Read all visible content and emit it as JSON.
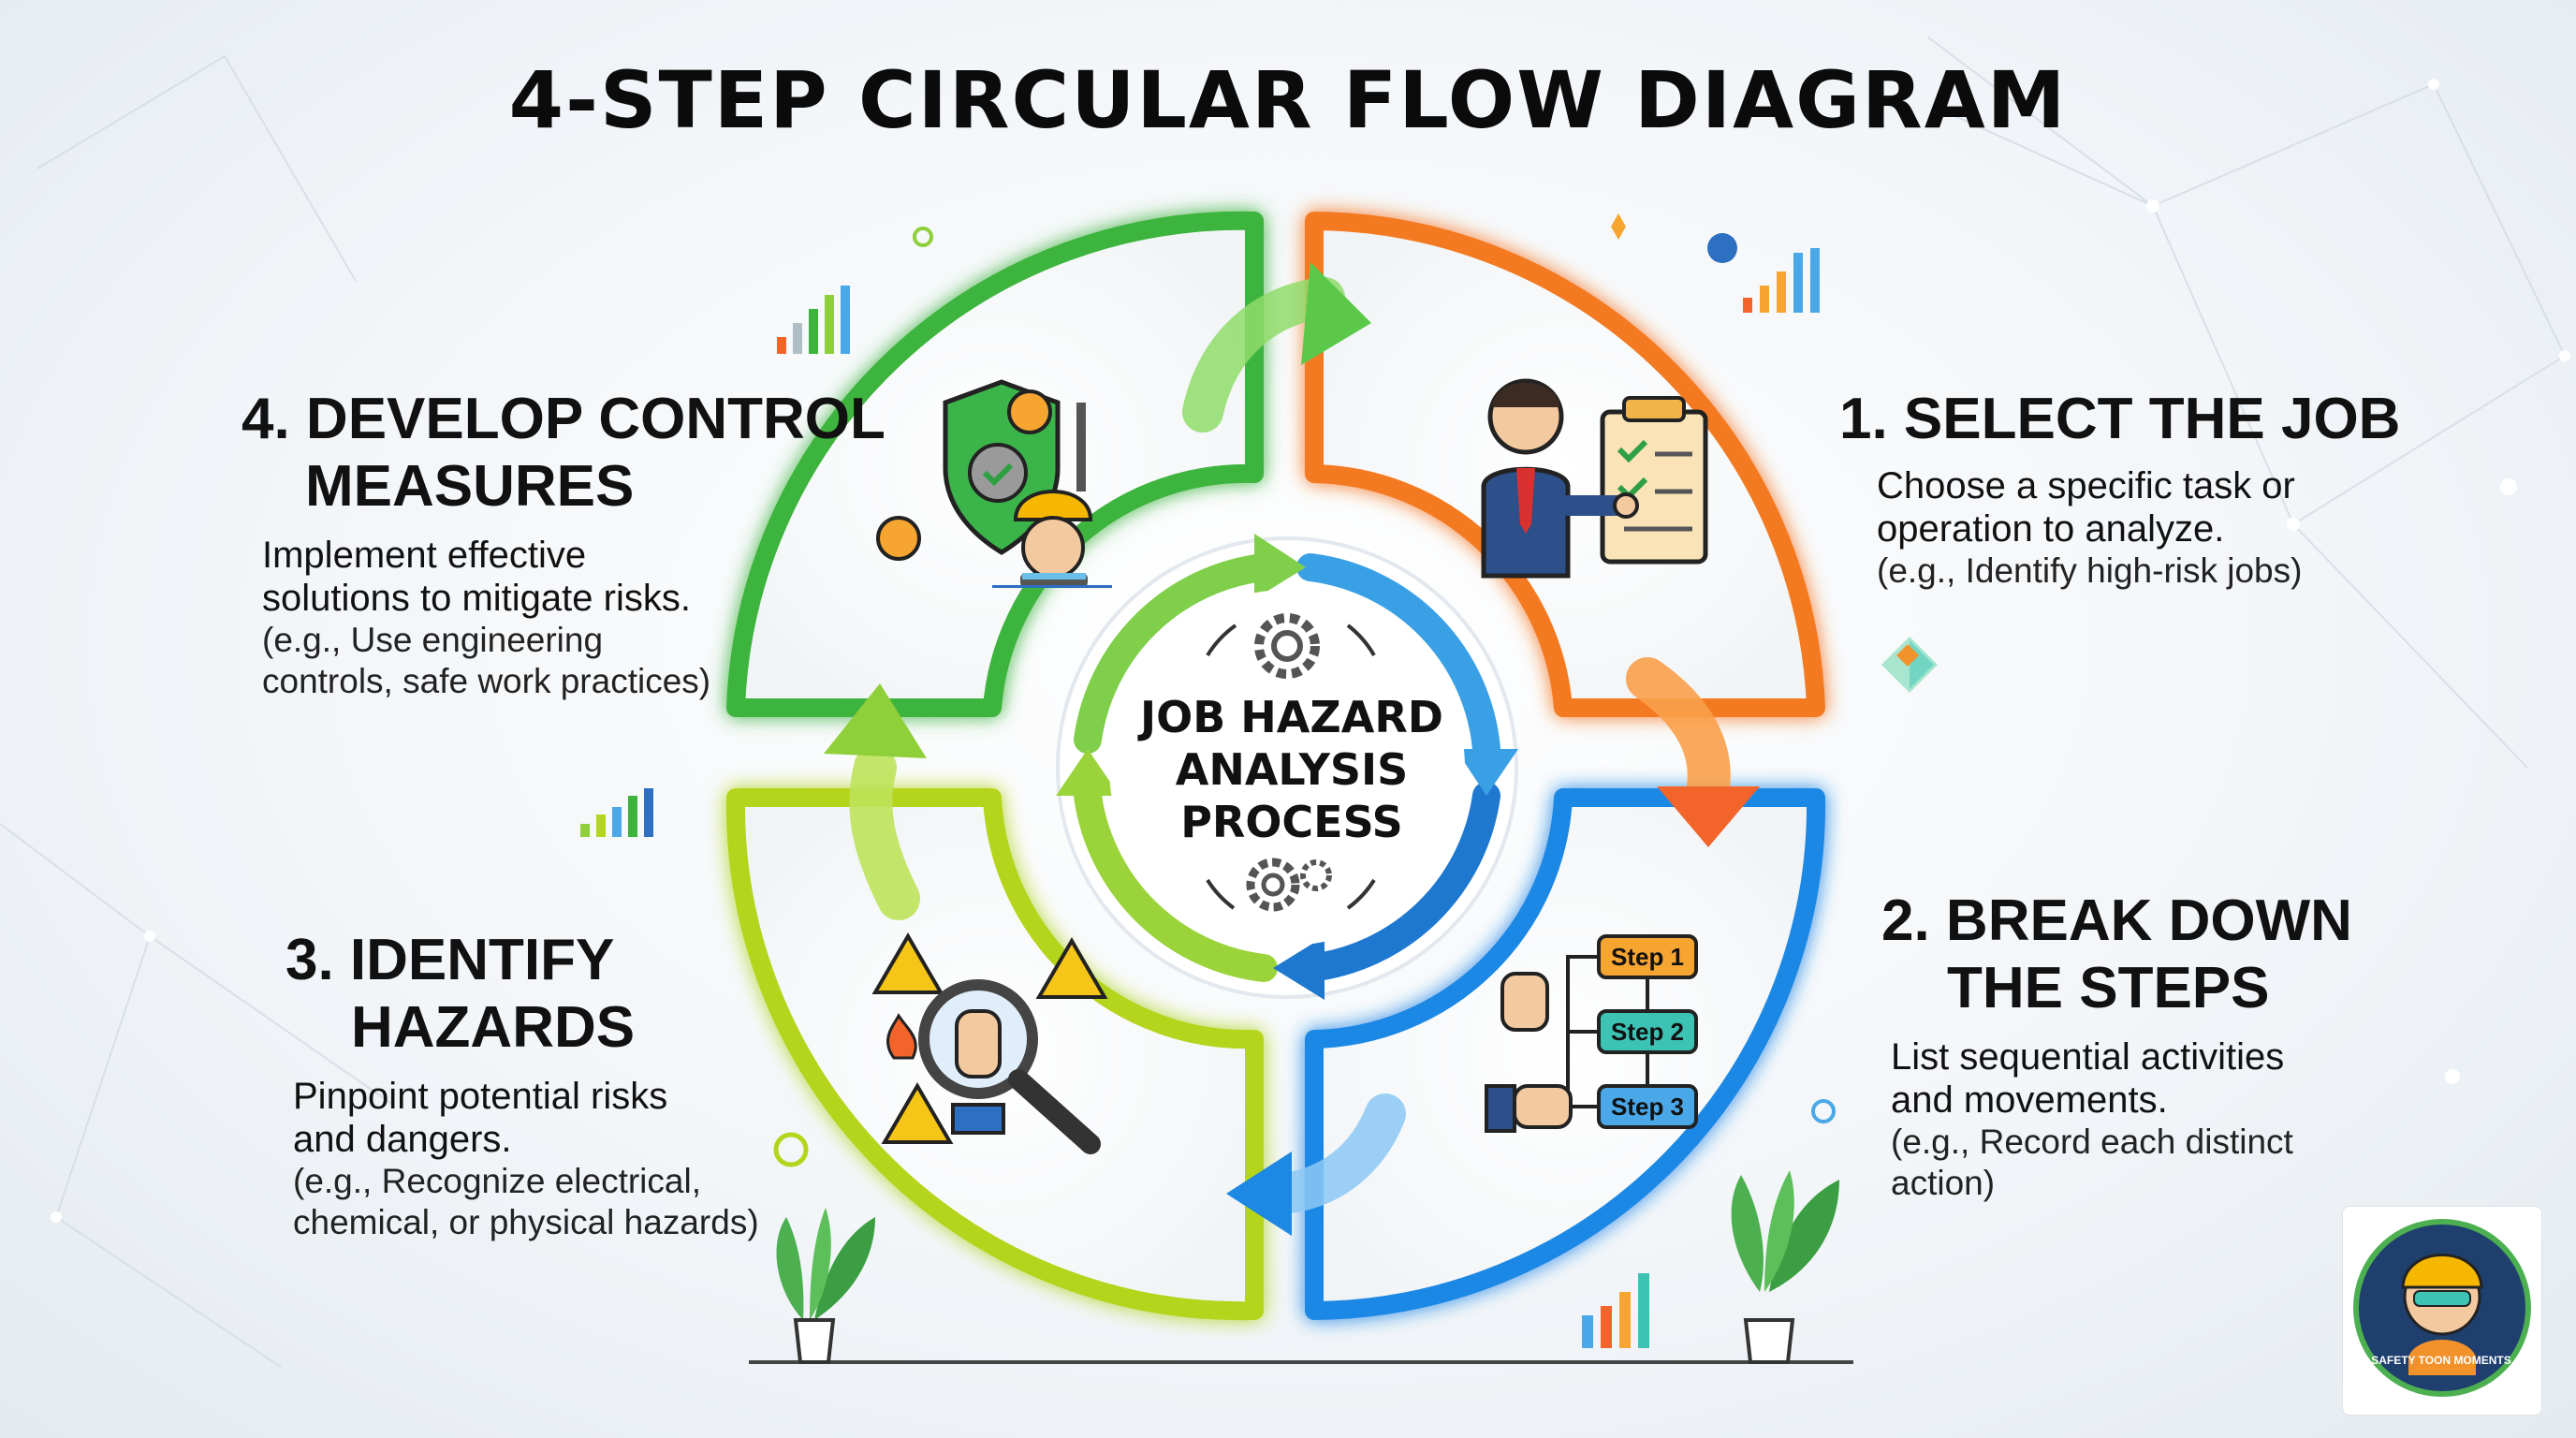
{
  "title": "4-STEP CIRCULAR FLOW DIAGRAM",
  "center": {
    "lines": [
      "JOB HAZARD",
      "ANALYSIS",
      "PROCESS"
    ]
  },
  "steps": [
    {
      "title_lines": [
        "1. SELECT THE JOB"
      ],
      "desc_lines": [
        "Choose a specific task or",
        "operation to analyze."
      ],
      "example_lines": [
        "(e.g., Identify high-risk jobs)"
      ],
      "color": "#f47a20",
      "icon": "manager-clipboard-icon"
    },
    {
      "title_lines": [
        "2. BREAK DOWN",
        "THE STEPS"
      ],
      "desc_lines": [
        "List sequential activities",
        "and movements."
      ],
      "example_lines": [
        "(e.g., Record each distinct",
        "action)"
      ],
      "color": "#1e88e5",
      "icon": "step-flowchart-icon",
      "flow_labels": [
        "Step 1",
        "Step 2",
        "Step 3"
      ]
    },
    {
      "title_lines": [
        "3. IDENTIFY",
        "HAZARDS"
      ],
      "desc_lines": [
        "Pinpoint potential risks",
        "and dangers."
      ],
      "example_lines": [
        "(e.g., Recognize electrical,",
        "chemical, or physical hazards)"
      ],
      "color": "#b5d41c",
      "icon": "hazard-magnifier-icon"
    },
    {
      "title_lines": [
        "4. DEVELOP CONTROL",
        "MEASURES"
      ],
      "desc_lines": [
        "Implement effective",
        "solutions to mitigate risks."
      ],
      "example_lines": [
        "(e.g., Use engineering",
        "controls, safe work practices)"
      ],
      "color": "#3cb43c",
      "icon": "shield-worker-icon"
    }
  ],
  "logo": {
    "text": "SAFETY TOON MOMENTS"
  },
  "colors": {
    "orange": "#f47a20",
    "blue": "#1e88e5",
    "yellow_green": "#b5d41c",
    "green": "#3cb43c"
  }
}
